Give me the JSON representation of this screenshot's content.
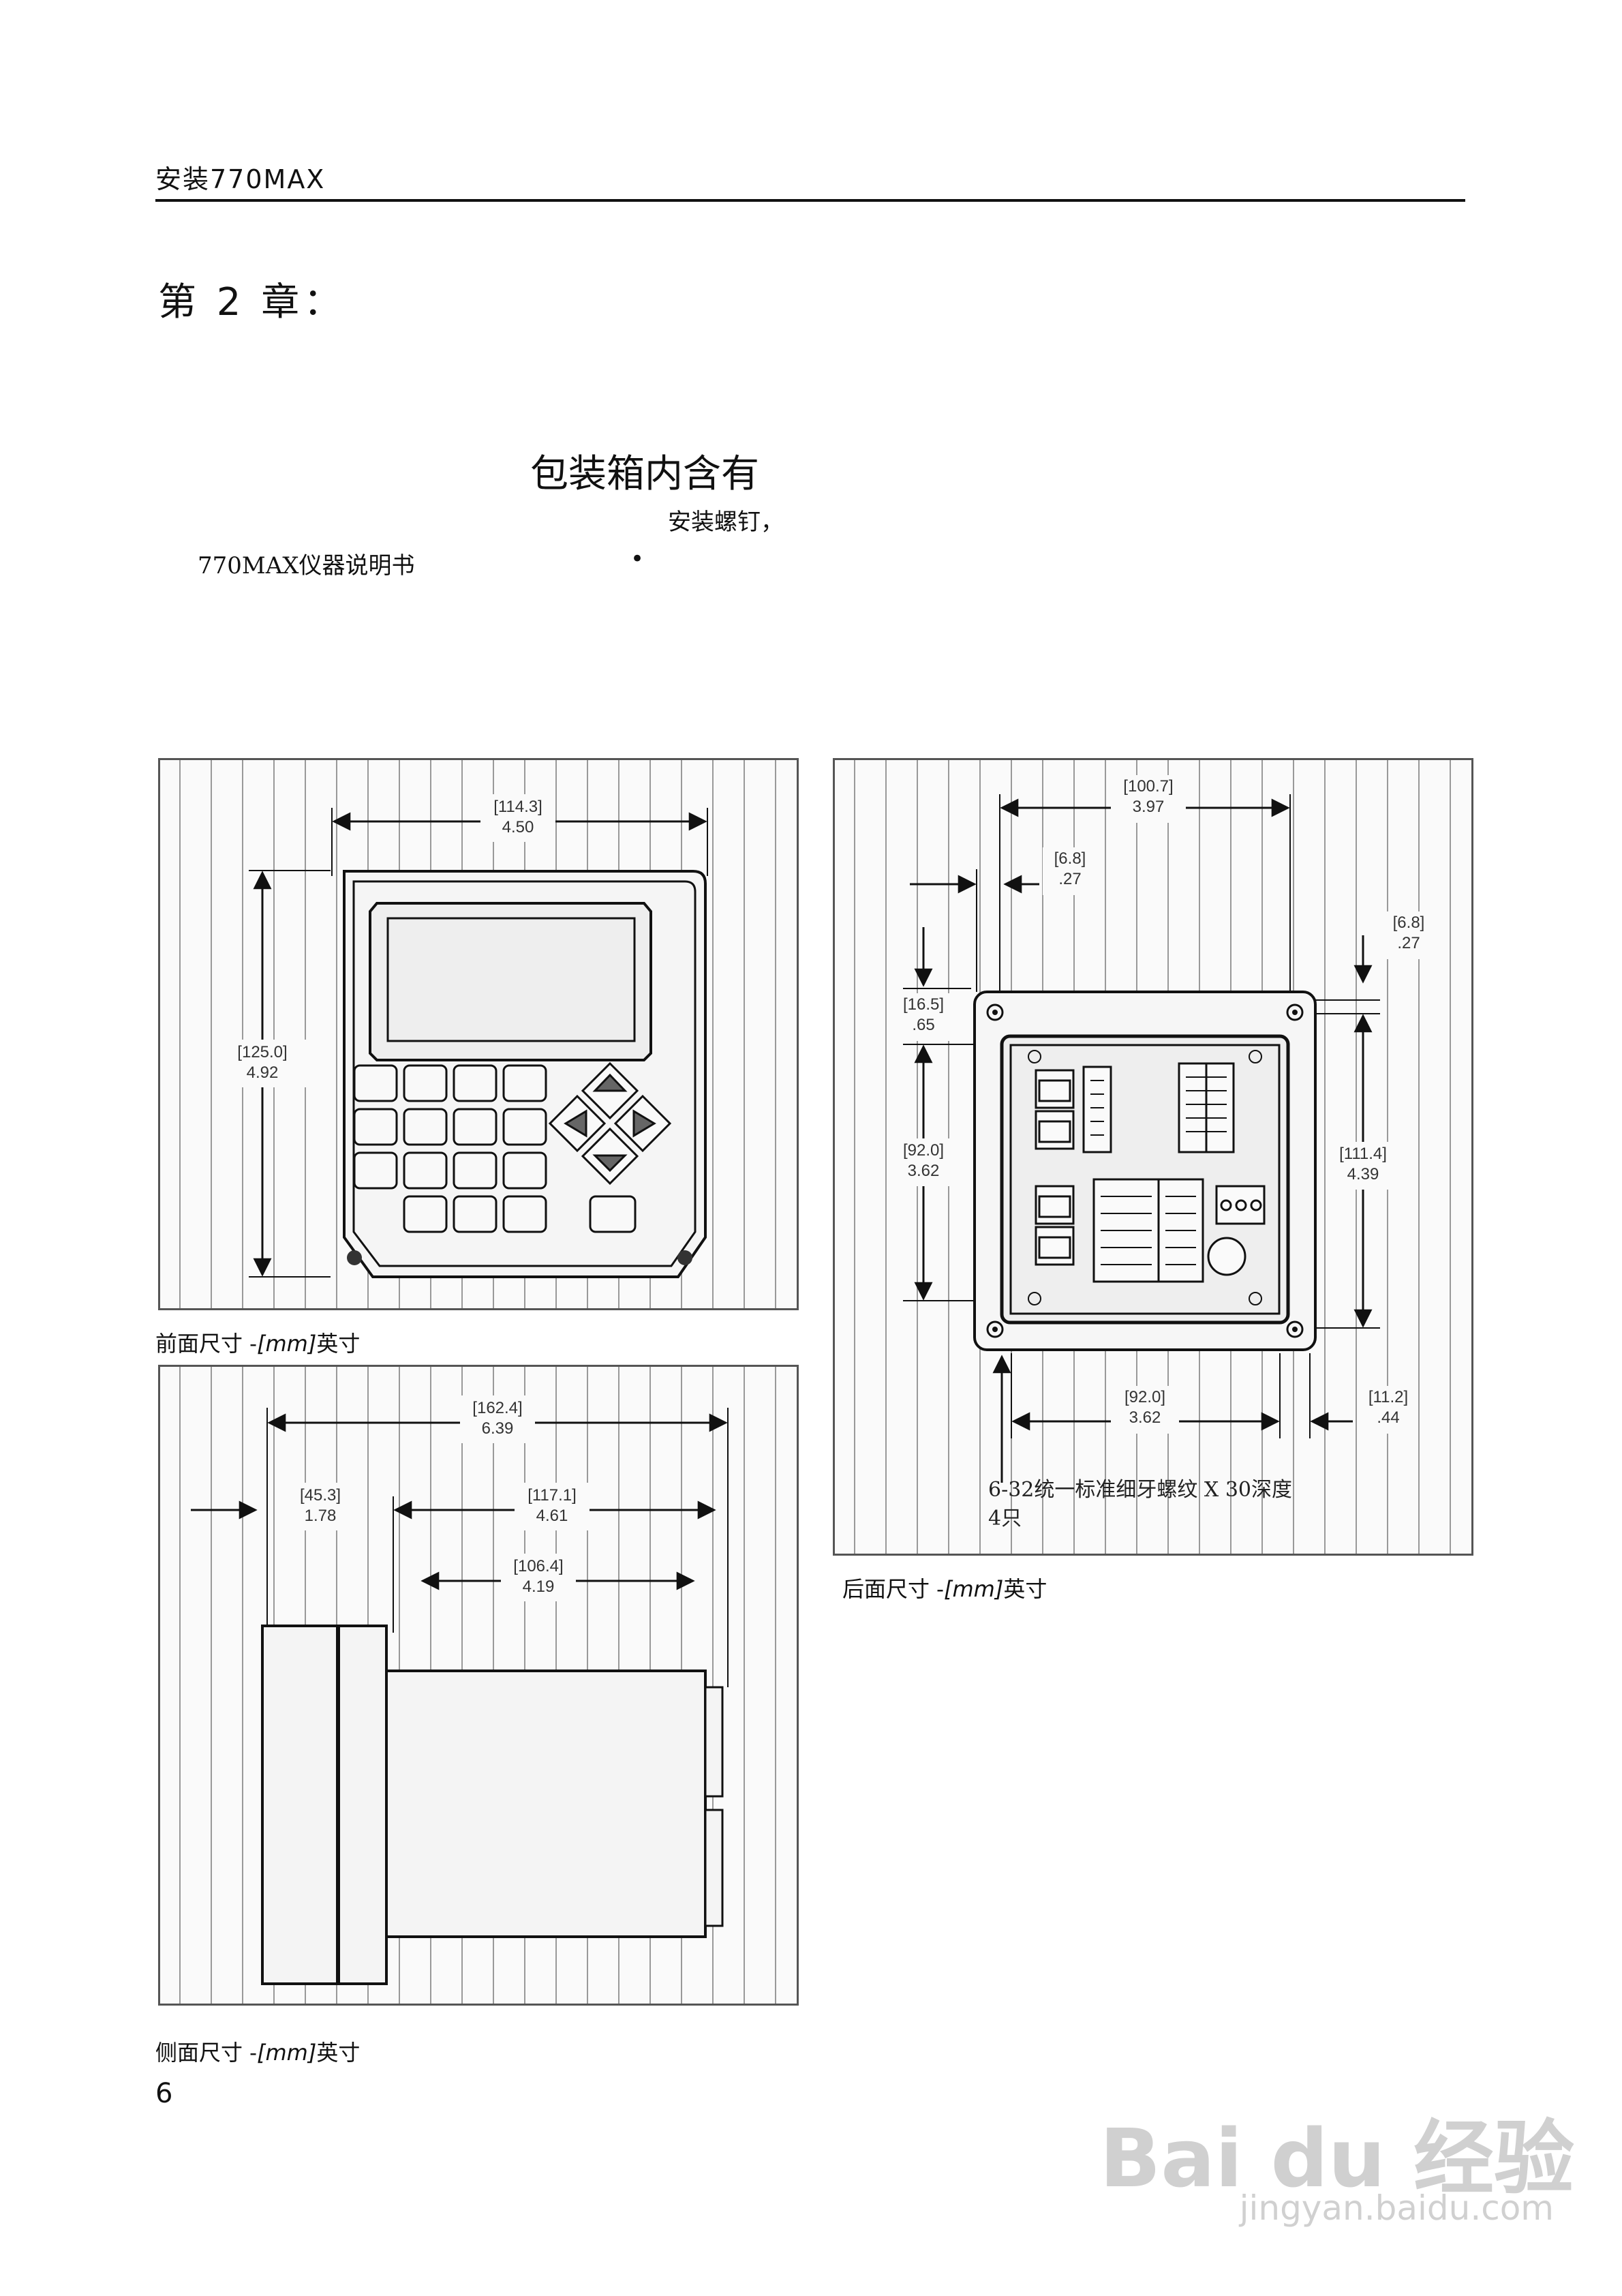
{
  "header": {
    "title": "安装770MAX"
  },
  "chapter": "第 2 章：",
  "contents": {
    "title": "包装箱内含有",
    "item_screws": "安装螺钉，",
    "item_manual": "770MAX仪器说明书",
    "bullet": "•"
  },
  "figures": {
    "front": {
      "caption_prefix": "前面尺寸 -",
      "caption_unit": "[mm]",
      "caption_suffix": "英寸",
      "dims": {
        "width_mm": "[114.3]",
        "width_in": "4.50",
        "height_mm": "[125.0]",
        "height_in": "4.92"
      }
    },
    "side": {
      "caption_prefix": "侧面尺寸 -",
      "caption_unit": "[mm]",
      "caption_suffix": "英寸",
      "dims": {
        "total_mm": "[162.4]",
        "total_in": "6.39",
        "front_mm": "[45.3]",
        "front_in": "1.78",
        "body_mm": "[117.1]",
        "body_in": "4.61",
        "panel_mm": "[106.4]",
        "panel_in": "4.19"
      }
    },
    "rear": {
      "caption_prefix": "后面尺寸 -",
      "caption_unit": "[mm]",
      "caption_suffix": "英寸",
      "note_line1": "6-32统一标准细牙螺纹 X 30深度",
      "note_line2": "4只",
      "dims": {
        "top_mm": "[100.7]",
        "top_in": "3.97",
        "left_off_mm": "[6.8]",
        "left_off_in": ".27",
        "right_off_mm": "[6.8]",
        "right_off_in": ".27",
        "top_off_mm": "[16.5]",
        "top_off_in": ".65",
        "left_h_mm": "[92.0]",
        "left_h_in": "3.62",
        "right_h_mm": "[111.4]",
        "right_h_in": "4.39",
        "bottom_mm": "[92.0]",
        "bottom_in": "3.62",
        "bottom_off_mm": "[11.2]",
        "bottom_off_in": ".44"
      }
    }
  },
  "page_number": "6",
  "watermark": {
    "brand": "Bai du 经验",
    "url": "jingyan.baidu.com"
  }
}
